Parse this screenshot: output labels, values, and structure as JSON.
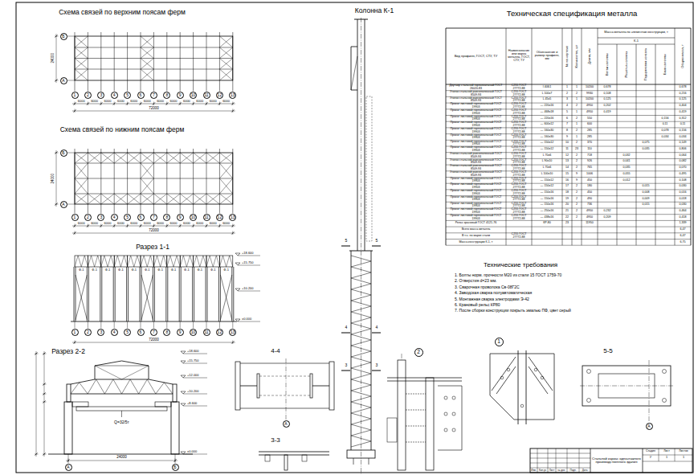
{
  "diagram": {
    "nodes": [
      {
        "text": [
          "Б"
        ]
      },
      {
        "text": [
          "А"
        ]
      },
      {
        "text": [
          "1"
        ]
      },
      {
        "text": [
          "2"
        ]
      },
      {
        "text": [
          "3"
        ]
      },
      {
        "text": [
          "4"
        ]
      },
      {
        "text": [
          "5"
        ]
      },
      {
        "text": [
          "6"
        ]
      },
      {
        "text": [
          "7"
        ]
      },
      {
        "text": [
          "8"
        ]
      },
      {
        "text": [
          "9"
        ]
      },
      {
        "text": [
          "10"
        ]
      },
      {
        "text": [
          "11"
        ]
      },
      {
        "text": [
          "12"
        ]
      },
      {
        "text": [
          "13"
        ]
      },
      {
        "text": [
          "Б"
        ]
      },
      {
        "text": [
          "А"
        ]
      },
      {
        "text": [
          "1"
        ]
      },
      {
        "text": [
          "2"
        ]
      },
      {
        "text": [
          "3"
        ]
      },
      {
        "text": [
          "4"
        ]
      },
      {
        "text": [
          "5"
        ]
      },
      {
        "text": [
          "6"
        ]
      },
      {
        "text": [
          "7"
        ]
      },
      {
        "text": [
          "8"
        ]
      },
      {
        "text": [
          "9"
        ]
      },
      {
        "text": [
          "10"
        ]
      },
      {
        "text": [
          "11"
        ]
      },
      {
        "text": [
          "12"
        ]
      },
      {
        "text": [
          "13"
        ]
      },
      {
        "text": [
          "1"
        ]
      },
      {
        "text": [
          "2"
        ]
      },
      {
        "text": [
          "3"
        ]
      },
      {
        "text": [
          "4"
        ]
      },
      {
        "text": [
          "5"
        ]
      },
      {
        "text": [
          "6"
        ]
      },
      {
        "text": [
          "7"
        ]
      },
      {
        "text": [
          "8"
        ]
      },
      {
        "text": [
          "9"
        ]
      },
      {
        "text": [
          "10"
        ]
      },
      {
        "text": [
          "11"
        ]
      },
      {
        "text": [
          "12"
        ]
      },
      {
        "text": [
          "13"
        ]
      },
      {
        "text": [
          "А"
        ]
      },
      {
        "text": [
          "Б"
        ]
      },
      {
        "text": [
          "2"
        ]
      },
      {
        "text": [
          "1"
        ]
      },
      {
        "text": [
          "А"
        ]
      },
      {
        "text": [
          "А"
        ]
      }
    ],
    "labels": [
      "Схема связей по верхним поясам ферм",
      "Схема связей по нижним поясам ферм",
      "Разрез 1-1",
      "Разрез 2-2",
      "Колонна К-1",
      "Техническая спецификация металла",
      "Технические требования",
      "1. Болты норм. прочности М20 из стали 15 ГОСТ 1759-70",
      "2. Отверстия d=23 мм.",
      "3. Сварочная проволока Св-08Г2С",
      "4. Заводская сварка полуавтоматическая",
      "5. Монтажная сварка электродами Э-42",
      "6. Крановый рельс КР80",
      "7. После сборки конструкции покрыть эмалью ПФ, цвет серый",
      "4-4",
      "3-3",
      "5-5",
      "6000",
      "6000",
      "6000",
      "6000",
      "6000",
      "6000",
      "6000",
      "6000",
      "6000",
      "6000",
      "6000",
      "6000",
      "72000",
      "24000",
      "6000",
      "6000",
      "6000",
      "6000",
      "6000",
      "6000",
      "6000",
      "6000",
      "6000",
      "6000",
      "6000",
      "6000",
      "72000",
      "24000",
      "Ф-1",
      "Ф-1",
      "Ф-1",
      "Ф-1",
      "Ф-1",
      "Ф-1",
      "Ф-1",
      "Ф-1",
      "Ф-1",
      "Ф-1",
      "Ф-1",
      "Ф-1",
      "72000",
      "+18.600",
      "+15.750",
      "+10.200",
      "±0.000",
      "Q=32/5т",
      "24000",
      "+18.600",
      "+15.750",
      "+12.000",
      "+10.200",
      "+8.600",
      "±0.000",
      "5",
      "5",
      "4",
      "4",
      "3",
      "3",
      "Вид профиля, ГОСТ, СТУ, ТУ",
      "Наименование или марка металла, ГОСТ, СТУ, ТУ",
      "Обозначение и размер профиля, мм",
      "№ на чертеже",
      "Количество, шт",
      "Длина, мм",
      "Масса металла по элементам конструкции, т",
      "К-1",
      "Ветви колонны",
      "Решетка колонны",
      "Подкрановая консоль",
      "База колонны",
      "Общая масса, т",
      "Двутавр стальной горячекатаный ГОСТ 26020-83",
      "С255 ГОСТ 27772-88",
      "I 40Б1",
      "1",
      "1",
      "10200",
      "0,678",
      "0,678",
      "Уголок стальной равнополочный ГОСТ 8509-93",
      "С255 ГОСТ 27772-88",
      "L 100х7",
      "2",
      "2",
      "9930",
      "0,108",
      "0,216",
      "Уголок стальной равнополочный ГОСТ 8509-93",
      "С255 ГОСТ 27772-88",
      "L 45х5",
      "3",
      "1",
      "10200",
      "0,125",
      "0,125",
      "Прокат листовой горячекатаный ГОСТ 19903",
      "С255 ГОСТ 27772-88",
      "— 220х16",
      "4",
      "2",
      "4950",
      "0,202",
      "0,404",
      "Прокат листовой горячекатаный ГОСТ 19903",
      "С255 ГОСТ 27772-88",
      "— 468х18",
      "5",
      "1",
      "4950",
      "0,419",
      "0,419",
      "Прокат листовой горячекатаный ГОСТ 19903",
      "С255 ГОСТ 27772-88",
      "— 220х16",
      "6",
      "2",
      "550",
      "0,156",
      "0,312",
      "Прокат листовой горячекатаный ГОСТ 19903",
      "С255 ГОСТ 27772-88",
      "— 600х12",
      "7",
      "1",
      "600",
      "0,11",
      "0,11",
      "Прокат листовой горячекатаный ГОСТ 19903",
      "С255 ГОСТ 27772-88",
      "— 160х30",
      "8",
      "2",
      "285",
      "0,078",
      "0,156",
      "Прокат листовой горячекатаный ГОСТ 19903",
      "С255 ГОСТ 27772-88",
      "— 160х30",
      "9",
      "1",
      "285",
      "0,034",
      "0,034",
      "Прокат листовой горячекатаный ГОСТ 19903",
      "С255 ГОСТ 27772-88",
      "— 150х12",
      "10",
      "2",
      "370",
      "0,075",
      "0,149",
      "Прокат листовой горячекатаный ГОСТ 19903",
      "С255 ГОСТ 27772-88",
      "— 150х12",
      "11",
      "23",
      "110",
      "0,035",
      "0,806",
      "Уголок стальной равнополочный ГОСТ 8509-93",
      "С255 ГОСТ 27772-88",
      "L 70х6",
      "12",
      "2",
      "718",
      "0,032",
      "0,064",
      "Уголок стальной равнополочный ГОСТ 8509-93",
      "С255 ГОСТ 27772-88",
      "L 90х10",
      "13",
      "2",
      "926",
      "0,041",
      "0,082",
      "Уголок стальной равнополочный ГОСТ 8509-93",
      "С255 ГОСТ 27772-88",
      "L 70х6",
      "14",
      "2",
      "765",
      "0,035",
      "0,070",
      "Уголок стальной равнополочный ГОСТ 8509-93",
      "С255 ГОСТ 27772-88",
      "L 100х10",
      "15",
      "9",
      "1006",
      "0,055",
      "0,495",
      "Прокат листовой горячекатаный ГОСТ 19903",
      "С255 ГОСТ 27772-88",
      "— 150х12",
      "16",
      "9",
      "450",
      "0,012",
      "0,108",
      "Прокат листовой горячекатаный ГОСТ 19903",
      "С255 ГОСТ 27772-88",
      "— 150х12",
      "17",
      "2",
      "180",
      "0,015",
      "0,030",
      "Прокат листовой горячекатаный ГОСТ 19903",
      "С255 ГОСТ 27772-88",
      "— 150х16",
      "18",
      "2",
      "450",
      "0,008",
      "0,016",
      "Прокат листовой горячекатаный ГОСТ 19903",
      "С255 ГОСТ 27772-88",
      "— 150х16",
      "19",
      "2",
      "490",
      "0,009",
      "0,018",
      "Прокат листовой горячекатаный ГОСТ 19903",
      "С255 ГОСТ 27772-88",
      "— 150х16",
      "20",
      "2",
      "736",
      "0,015",
      "0,030",
      "Прокат листовой горячекатаный ГОСТ 19903",
      "С255 ГОСТ 27772-88",
      "— 250х16",
      "21",
      "2",
      "4950",
      "0,232",
      "0,464",
      "Прокат листовой горячекатаный ГОСТ 19903",
      "С255 ГОСТ 27772-88",
      "— 438х16",
      "22",
      "2",
      "4950",
      "0,209",
      "0,418",
      "Рельс крановый ГОСТ 4121-76",
      "КР-80",
      "23",
      "11950",
      "1,339",
      "Всего масса металла",
      "6,47",
      "В т.ч. по марке стали",
      "С255 ГОСТ 27772-88",
      "6,47",
      "Масса конструкции К-1, т",
      "6,75",
      "Стальной каркас одноэтажного производственного здания",
      "Изм.",
      "Кол.уч",
      "Лист",
      "№ док.",
      "Подп.",
      "Дата",
      "Стадия",
      "Лист",
      "Листов",
      "У",
      "1",
      "1"
    ]
  }
}
